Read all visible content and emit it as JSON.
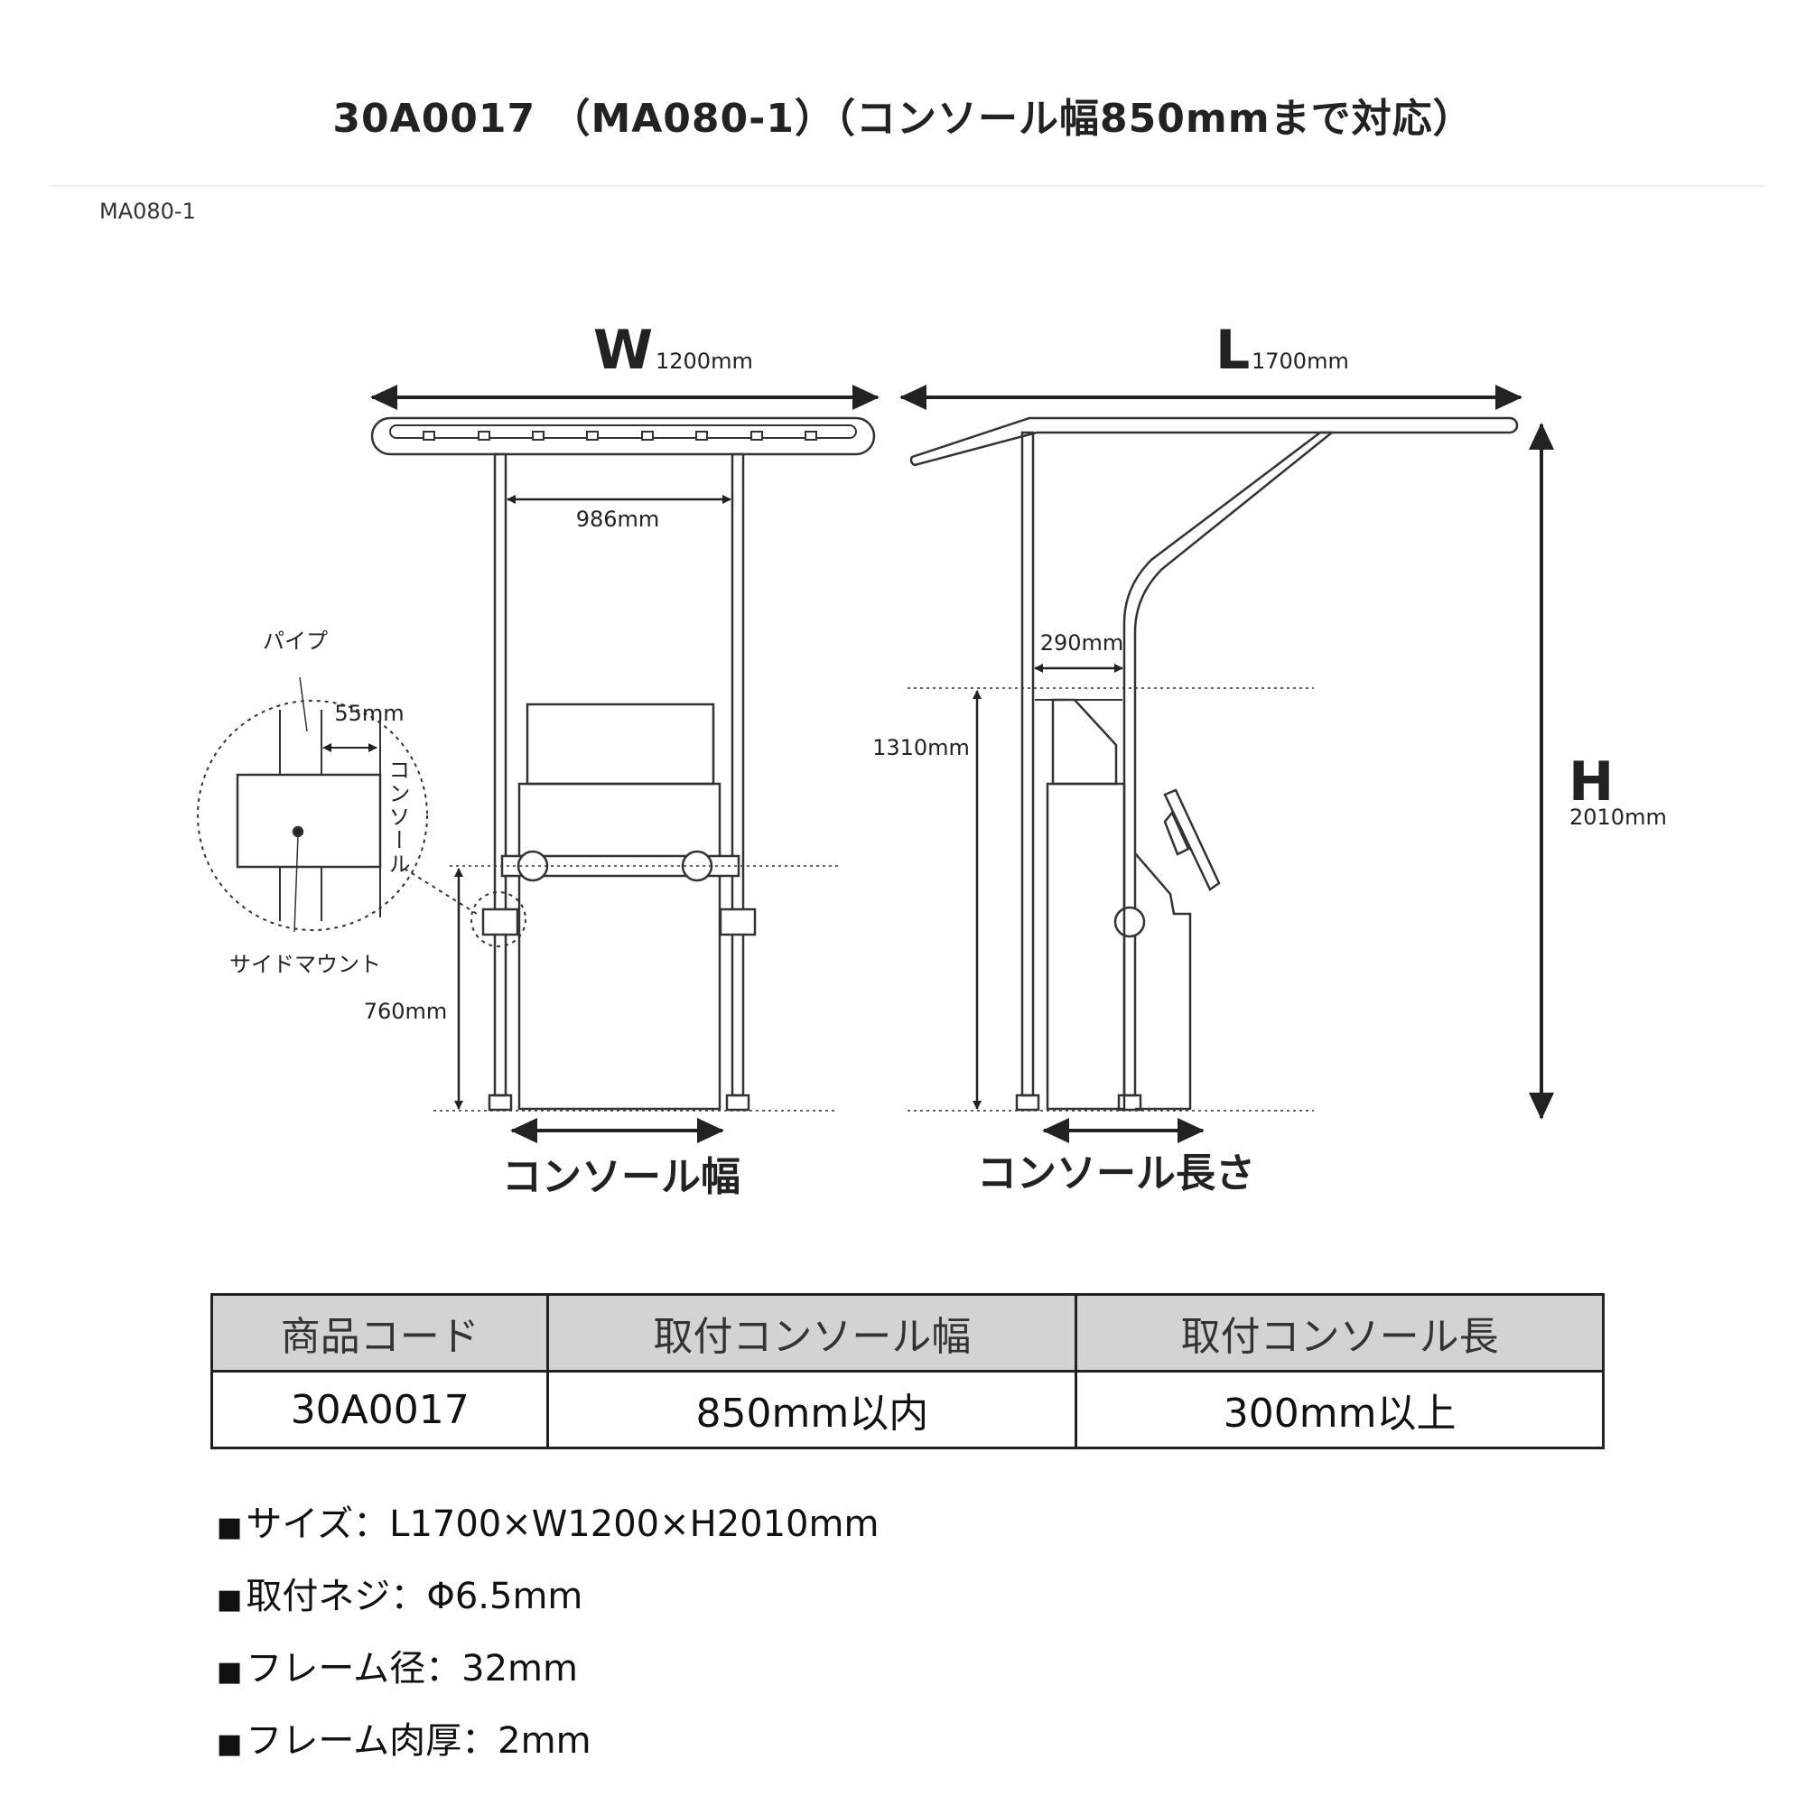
{
  "title": "30A0017 （MA080-1）（コンソール幅850mmまで対応）",
  "model_label": "MA080-1",
  "diagram": {
    "front": {
      "w_letter": "W",
      "w_value": "1200mm",
      "inner_width": "986mm",
      "pipe_label": "パイプ",
      "gap_label": "55mm",
      "console_vertical": "コンソール",
      "side_mount_label": "サイドマウント",
      "mount_height": "760mm",
      "caption": "コンソール幅"
    },
    "side": {
      "l_letter": "L",
      "l_value": "1700mm",
      "depth_label": "290mm",
      "height_1310": "1310mm",
      "h_letter": "H",
      "h_value": "2010mm",
      "caption": "コンソール長さ"
    }
  },
  "table": {
    "headers": [
      "商品コード",
      "取付コンソール幅",
      "取付コンソール長"
    ],
    "row": [
      "30A0017",
      "850mm以内",
      "300mm以上"
    ]
  },
  "notes": [
    "サイズ：L1700×W1200×H2010mm",
    "取付ネジ：Φ6.5mm",
    "フレーム径：32mm",
    "フレーム肉厚：2mm"
  ],
  "bullet": "■"
}
